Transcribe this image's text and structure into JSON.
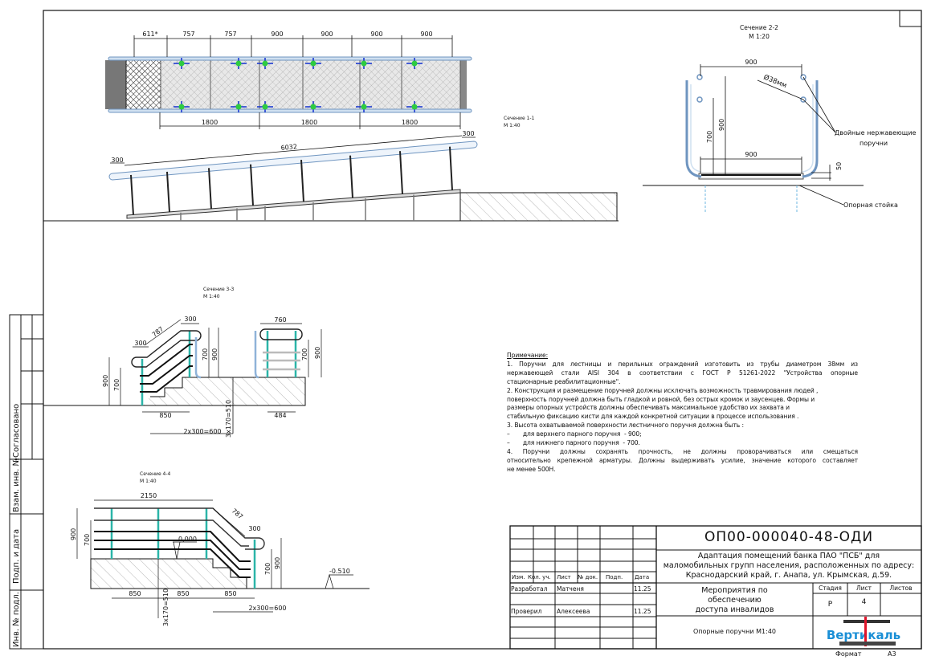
{
  "plan": {
    "top_dims": [
      "611*",
      "757",
      "757",
      "900",
      "900",
      "900",
      "900"
    ],
    "bottom_dims": [
      "1800",
      "1800",
      "1800"
    ],
    "ramp_length": "6032",
    "ramp_end_left": "300",
    "ramp_end_right": "300",
    "section_title": "Сечение 1-1",
    "section_scale": "М 1:40"
  },
  "section22": {
    "title": "Сечение 2-2",
    "scale": "М 1:20",
    "dim_top": "900",
    "dim_bottom": "900",
    "dim_700": "700",
    "dim_900": "900",
    "diameter": "Ø38мм",
    "dim_50": "50",
    "label_rails_1": "Двойные нержавеющие",
    "label_rails_2": "поручни",
    "label_post": "Опорная стойка"
  },
  "section33": {
    "title": "Сечение 3-3",
    "scale": "М 1:40",
    "d300a": "300",
    "d787": "787",
    "d300b": "300",
    "d900l": "900",
    "d700l": "700",
    "d700m": "700",
    "d900m": "900",
    "d850": "850",
    "d600": "2x300=600",
    "d510": "3x170=510",
    "d760": "760",
    "d700r": "700",
    "d900r": "900",
    "d484": "484"
  },
  "section44": {
    "title": "Сечение 4-4",
    "scale": "М 1:40",
    "d2150": "2150",
    "d787": "787",
    "d300": "300",
    "d900l": "900",
    "d700l": "700",
    "level0": "0,000",
    "d700r": "700",
    "d900r": "900",
    "level_low": "-0.510",
    "d850a": "850",
    "d850b": "850",
    "d850c": "850",
    "d600": "2x300=600",
    "d510": "3x170=510"
  },
  "notes": {
    "heading": "Примечание:",
    "lines": [
      "1. Поручни для лестницы и перильных ограждений изготовить из трубы диаметром 38мм  из",
      "нержавеющей стали AISI 304 в соответствии с ГОСТ Р 51261-2022 \"Устройства опорные",
      "стационарные реабилитационные\".",
      "2. Конструкция и размещение поручней должны исключать возможность травмирования людей ,",
      "поверхность поручней должна быть гладкой и ровной, без острых кромок и заусенцев. Формы и",
      "размеры опорных устройств должны обеспечивать максимальное удобство их захвата и",
      "стабильную фиксацию кисти для каждой конкретной ситуации в процессе использования .",
      "3. Высота охватываемой поверхности лестничного поручня должна быть :",
      "–       для верхнего парного поручня  - 900;",
      "–       для нижнего парного поручня  - 700.",
      "4.  Поручни  должны  сохранять  прочность,  не  должны    проворачиваться  или  смещаться",
      "относительно крепежной арматуры. Должны выдерживать усилие, значение которого составляет",
      "не менее 500Н."
    ]
  },
  "side_stamp": {
    "agreed": "Согласовано",
    "replace_inv": "Взам. инв. №",
    "sign_date": "Подп. и дата",
    "inv_orig": "Инв. № подл."
  },
  "title_block": {
    "code": "ОП00-000040-48-ОДИ",
    "project_1": "Адаптация помещений банка ПАО \"ПСБ\" для",
    "project_2": "маломобильных групп населения, расположенных по адресу:",
    "project_3": "Краснодарский край, г. Анапа, ул. Крымская, д.59.",
    "headers": [
      "Изм.",
      "Кол. уч.",
      "Лист",
      "№ док.",
      "Подп.",
      "Дата"
    ],
    "developed_role": "Разработал",
    "developed_name": "Матченя",
    "developed_date": "11.25",
    "checked_role": "Проверил",
    "checked_name": "Алексеева",
    "checked_date": "11.25",
    "section_name_1": "Мероприятия по",
    "section_name_2": "обеспечению",
    "section_name_3": "доступа инвалидов",
    "stage_label": "Стадия",
    "sheet_label": "Лист",
    "sheets_label": "Листов",
    "stage": "Р",
    "sheet": "4",
    "drawing_name": "Опорные поручни М1:40",
    "logo_text": "Вертикаль",
    "format_label": "Формат",
    "format": "А3"
  },
  "colors": {
    "rail": "#8fb3d9",
    "post": "#2bb5a8",
    "cross_green": "#2ecc40",
    "cross_blue": "#1030d0",
    "line": "#111111"
  }
}
